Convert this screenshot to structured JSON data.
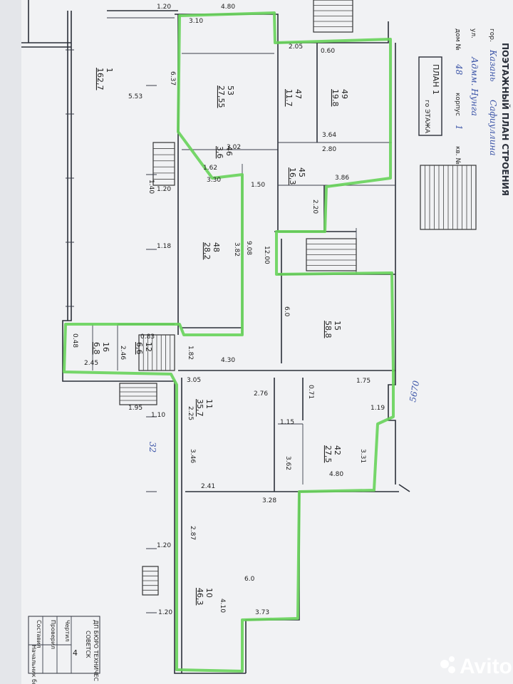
{
  "header": {
    "title": "ПОЭТАЖНЫЙ ПЛАН СТРОЕНИЯ",
    "line_city_label": "гор.",
    "line_city_value": "Казань",
    "line_street_label": "ул.",
    "line_street_value": "Сафиуллина",
    "line_house_label": "дом №",
    "line_house_value": "48",
    "line_korpus_label": "корпус",
    "line_korpus_value": "1",
    "line_street2_value": "Адмм. Нунга",
    "line_kv_label": "кв. №"
  },
  "plan_box": {
    "line1": "ПЛАН 1",
    "line2": "го ЭТАЖА"
  },
  "stamp": {
    "org1": "ДП БЮРО ТЕХНИЧЕС",
    "org2": "СОВЕТСК",
    "row1": "Составил",
    "row2": "Проверил",
    "row3": "Чертил",
    "row4": "Начальник бюро",
    "sheet": "4"
  },
  "annotations": {
    "hand_32": "32",
    "hand_5670": "5670"
  },
  "watermark": {
    "text": "Avito"
  },
  "dims": [
    {
      "id": "d1",
      "t": "1.20"
    },
    {
      "id": "d2",
      "t": "4.80"
    },
    {
      "id": "d3",
      "t": "3.10"
    },
    {
      "id": "d4",
      "t": "2.05"
    },
    {
      "id": "d5",
      "t": "0.60"
    },
    {
      "id": "d6",
      "t": "6.37"
    },
    {
      "id": "d7",
      "t": "3.02"
    },
    {
      "id": "d8",
      "t": "3.64"
    },
    {
      "id": "d9",
      "t": "2.80"
    },
    {
      "id": "d10",
      "t": "3.86"
    },
    {
      "id": "d11",
      "t": "1.62"
    },
    {
      "id": "d12",
      "t": "3.30"
    },
    {
      "id": "d13",
      "t": "1.50"
    },
    {
      "id": "d14",
      "t": "2.20"
    },
    {
      "id": "d15",
      "t": "12.00"
    },
    {
      "id": "d16",
      "t": "9.08"
    },
    {
      "id": "d17",
      "t": "3.82"
    },
    {
      "id": "d18",
      "t": "1.18"
    },
    {
      "id": "d19",
      "t": "1.20"
    },
    {
      "id": "d20",
      "t": "5.53"
    },
    {
      "id": "d21",
      "t": "4.30"
    },
    {
      "id": "d22",
      "t": "2.45"
    },
    {
      "id": "d23",
      "t": "3.05"
    },
    {
      "id": "d24",
      "t": "2.76"
    },
    {
      "id": "d25",
      "t": "1.75"
    },
    {
      "id": "d26",
      "t": "0.71"
    },
    {
      "id": "d27",
      "t": "4.80"
    },
    {
      "id": "d28",
      "t": "2.41"
    },
    {
      "id": "d29",
      "t": "3.46"
    },
    {
      "id": "d30",
      "t": "3.28"
    },
    {
      "id": "d31",
      "t": "2.87"
    },
    {
      "id": "d32",
      "t": "6.0"
    },
    {
      "id": "d33",
      "t": "3.73"
    },
    {
      "id": "d34",
      "t": "1.95"
    },
    {
      "id": "d35",
      "t": "1.10"
    },
    {
      "id": "d36",
      "t": "1.20"
    },
    {
      "id": "d37",
      "t": "1.20"
    },
    {
      "id": "d38",
      "t": "3.31"
    },
    {
      "id": "d39",
      "t": "1.19"
    },
    {
      "id": "d40",
      "t": "1.15"
    },
    {
      "id": "d41",
      "t": "3.62"
    },
    {
      "id": "d42",
      "t": "2.25"
    },
    {
      "id": "d43",
      "t": "6.0"
    },
    {
      "id": "d44",
      "t": "1.40"
    },
    {
      "id": "d45",
      "t": "0.48"
    },
    {
      "id": "d46",
      "t": "2.46"
    },
    {
      "id": "d47",
      "t": "0.83"
    },
    {
      "id": "d48",
      "t": "1.82"
    },
    {
      "id": "d49",
      "t": "4.10"
    }
  ],
  "rooms": [
    {
      "id": "r1",
      "num": "53",
      "area": "27,55"
    },
    {
      "id": "r2",
      "num": "47",
      "area": "11.7"
    },
    {
      "id": "r3",
      "num": "49",
      "area": "19.8"
    },
    {
      "id": "r4",
      "num": "46",
      "area": "3,6"
    },
    {
      "id": "r5",
      "num": "45",
      "area": "16,3"
    },
    {
      "id": "r6",
      "num": "48",
      "area": "28,2"
    },
    {
      "id": "r7",
      "num": "1",
      "area": "162,7"
    },
    {
      "id": "r8",
      "num": "15",
      "area": "58,8"
    },
    {
      "id": "r9",
      "num": "16",
      "area": "6,8"
    },
    {
      "id": "r10",
      "num": "12",
      "area": "6,6"
    },
    {
      "id": "r11",
      "num": "11",
      "area": "35,7"
    },
    {
      "id": "r12",
      "num": "42",
      "area": "27,5"
    },
    {
      "id": "r13",
      "num": "10",
      "area": "46,3"
    }
  ]
}
